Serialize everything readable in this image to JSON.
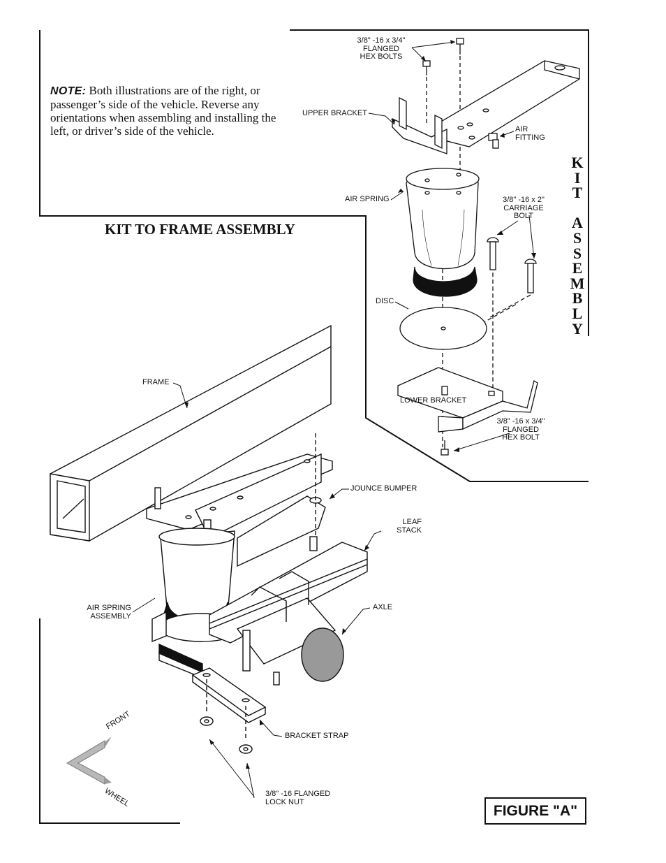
{
  "note": {
    "lead": "NOTE:",
    "body": "Both illustrations are of the right, or passenger’s side of the vehicle. Reverse any orientations when assembling and installing the left, or driver’s side of the vehicle."
  },
  "kit_to_frame_title": "KIT TO FRAME ASSEMBLY",
  "kit_assembly_vertical": [
    "K",
    "I",
    "T",
    "",
    "A",
    "S",
    "S",
    "E",
    "M",
    "B",
    "L",
    "Y"
  ],
  "labels": {
    "hex_bolts_top_1": "3/8\" -16 x 3/4\"",
    "hex_bolts_top_2": "FLANGED",
    "hex_bolts_top_3": "HEX BOLTS",
    "upper_bracket": "UPPER BRACKET",
    "air_fitting_1": "AIR",
    "air_fitting_2": "FITTING",
    "air_spring": "AIR SPRING",
    "carriage_bolt_1": "3/8\" -16 x 2\"",
    "carriage_bolt_2": "CARRIAGE",
    "carriage_bolt_3": "BOLT",
    "disc": "DISC",
    "lower_bracket": "LOWER BRACKET",
    "hex_bolt_bottom_1": "3/8\" -16 x 3/4\"",
    "hex_bolt_bottom_2": "FLANGED",
    "hex_bolt_bottom_3": "HEX BOLT",
    "frame": "FRAME",
    "jounce_bumper": "JOUNCE BUMPER",
    "leaf_stack_1": "LEAF",
    "leaf_stack_2": "STACK",
    "air_spring_assembly_1": "AIR SPRING",
    "air_spring_assembly_2": "ASSEMBLY",
    "axle": "AXLE",
    "bracket_strap": "BRACKET STRAP",
    "lock_nut_1": "3/8\" -16 FLANGED",
    "lock_nut_2": "LOCK NUT",
    "front": "FRONT",
    "wheel": "WHEEL"
  },
  "figure_label": "FIGURE \"A\"",
  "colors": {
    "ink": "#111111",
    "gray": "#cfcfcf",
    "arrow_gray": "#b0b0b0"
  }
}
